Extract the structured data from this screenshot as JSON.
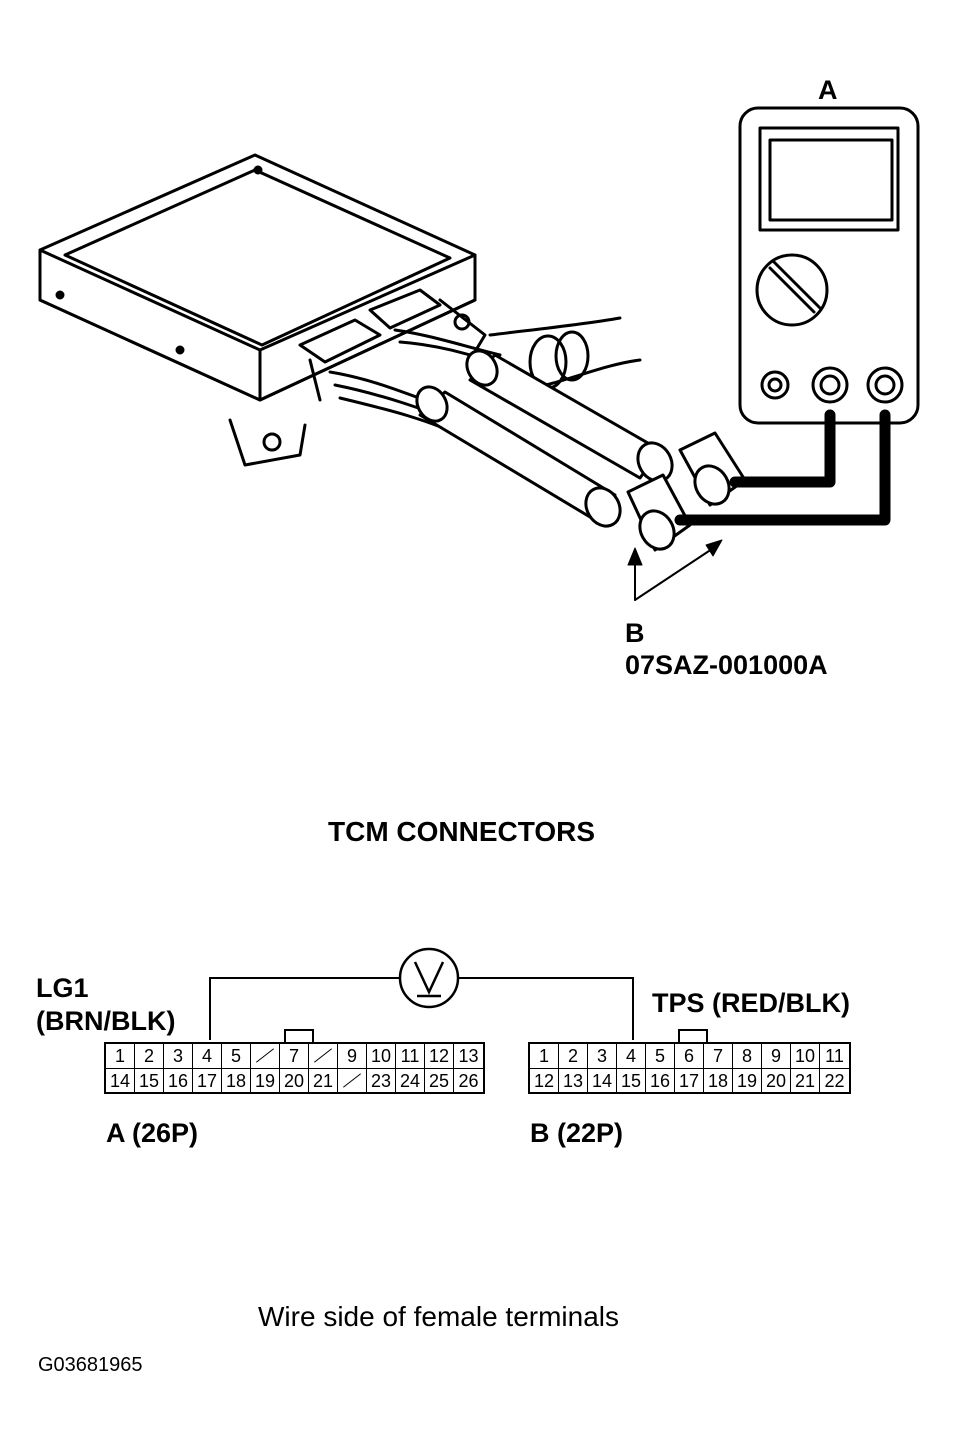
{
  "labels": {
    "meter": "A",
    "probe": "B",
    "probe_part": "07SAZ-001000A",
    "title": "TCM CONNECTORS",
    "left_wire_1": "LG1",
    "left_wire_2": "(BRN/BLK)",
    "right_wire": "TPS (RED/BLK)",
    "connector_a": "A (26P)",
    "connector_b": "B (22P)",
    "caption": "Wire side of female terminals",
    "figure_code": "G03681965"
  },
  "connector_a": {
    "top": [
      "1",
      "2",
      "3",
      "4",
      "5",
      "",
      "7",
      "",
      "9",
      "10",
      "11",
      "12",
      "13"
    ],
    "bottom": [
      "14",
      "15",
      "16",
      "17",
      "18",
      "19",
      "20",
      "21",
      "",
      "23",
      "24",
      "25",
      "26"
    ]
  },
  "connector_b": {
    "top": [
      "1",
      "2",
      "3",
      "4",
      "5",
      "6",
      "7",
      "8",
      "9",
      "10",
      "11"
    ],
    "bottom": [
      "12",
      "13",
      "14",
      "15",
      "16",
      "17",
      "18",
      "19",
      "20",
      "21",
      "22"
    ]
  },
  "colors": {
    "ink": "#000000",
    "paper": "#ffffff"
  }
}
